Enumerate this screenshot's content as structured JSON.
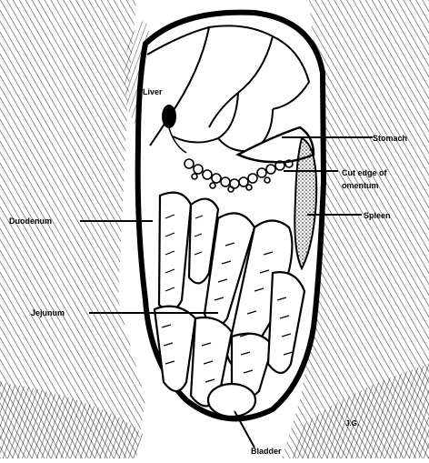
{
  "figure": {
    "labels": {
      "liver": "Liver",
      "stomach": "Stomach",
      "cut_edge_line1": "Cut edge of",
      "cut_edge_line2": "omentum",
      "duodenum": "Duodenum",
      "spleen": "Spleen",
      "jejunum": "Jejunum",
      "bladder": "Bladder",
      "signature": "J.G."
    },
    "colors": {
      "ink": "#000000",
      "paper": "#ffffff"
    }
  }
}
